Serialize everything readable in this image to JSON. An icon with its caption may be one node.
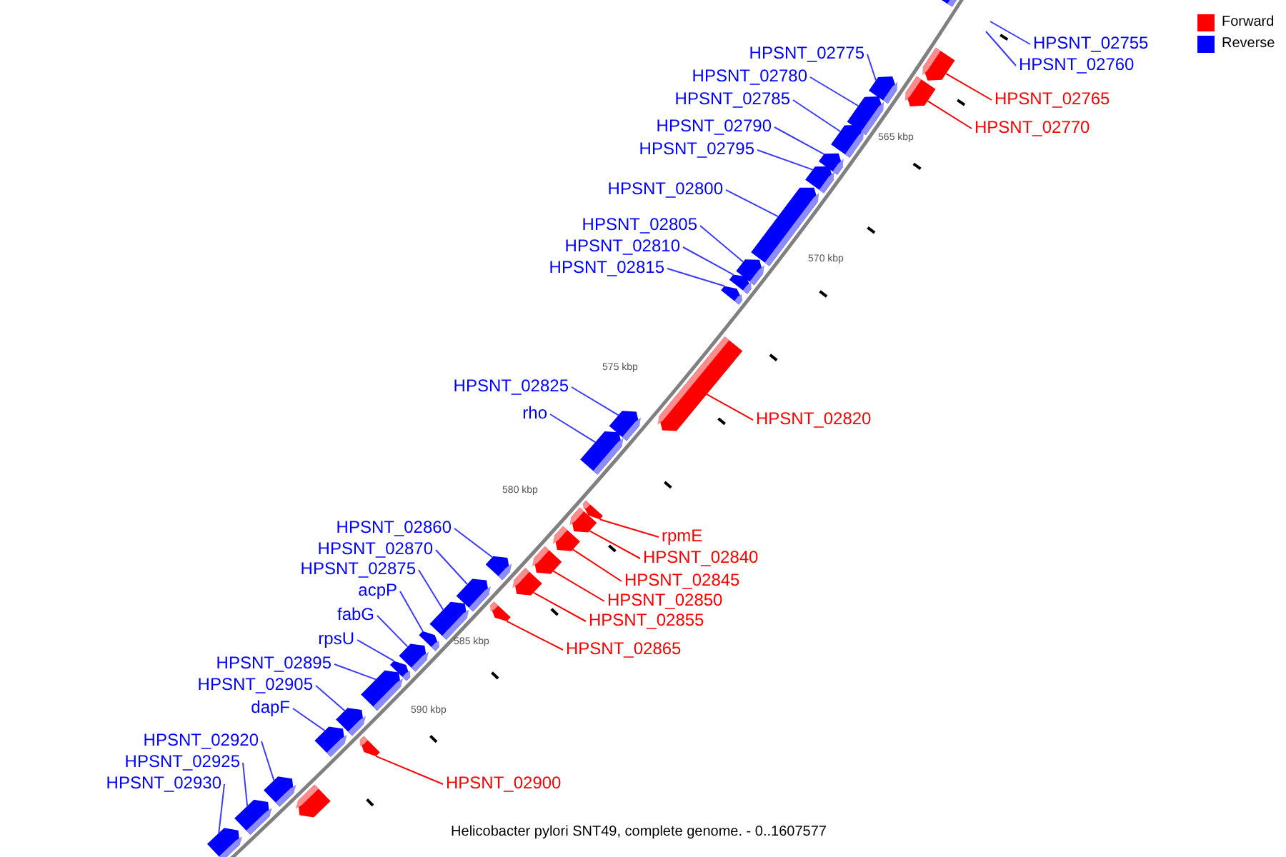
{
  "diagram": {
    "caption": "Helicobacter pylori SNT49, complete genome. - 0..1607577",
    "nodes": [
      {
        "text": [
          "HPSNT_02755"
        ]
      },
      {
        "text": [
          "HPSNT_02760"
        ]
      },
      {
        "text": [
          "HPSNT_02765"
        ]
      },
      {
        "text": [
          "HPSNT_02770"
        ]
      },
      {
        "text": [
          "HPSNT_02775"
        ]
      },
      {
        "text": [
          "HPSNT_02780"
        ]
      },
      {
        "text": [
          "HPSNT_02785"
        ]
      },
      {
        "text": [
          "HPSNT_02790"
        ]
      },
      {
        "text": [
          "HPSNT_02795"
        ]
      },
      {
        "text": [
          "HPSNT_02800"
        ]
      },
      {
        "text": [
          "HPSNT_02805"
        ]
      },
      {
        "text": [
          "HPSNT_02810"
        ]
      },
      {
        "text": [
          "HPSNT_02815"
        ]
      },
      {
        "text": [
          "HPSNT_02820"
        ]
      },
      {
        "text": [
          "HPSNT_02825"
        ]
      },
      {
        "text": [
          "rho"
        ]
      },
      {
        "text": [
          "rpmE"
        ]
      },
      {
        "text": [
          "HPSNT_02840"
        ]
      },
      {
        "text": [
          "HPSNT_02845"
        ]
      },
      {
        "text": [
          "HPSNT_02850"
        ]
      },
      {
        "text": [
          "HPSNT_02855"
        ]
      },
      {
        "text": [
          "HPSNT_02860"
        ]
      },
      {
        "text": [
          "HPSNT_02865"
        ]
      },
      {
        "text": [
          "HPSNT_02870"
        ]
      },
      {
        "text": [
          "HPSNT_02875"
        ]
      },
      {
        "text": [
          "acpP"
        ]
      },
      {
        "text": [
          "fabG"
        ]
      },
      {
        "text": [
          "rpsU"
        ]
      },
      {
        "text": [
          "HPSNT_02895"
        ]
      },
      {
        "text": [
          "HPSNT_02900"
        ]
      },
      {
        "text": [
          "HPSNT_02905"
        ]
      },
      {
        "text": [
          "dapF"
        ]
      },
      {
        "text": [
          "HPSNT_02920"
        ]
      },
      {
        "text": [
          "HPSNT_02925"
        ]
      },
      {
        "text": [
          "HPSNT_02930"
        ]
      },
      {
        "text": [],
        "shape": "bar"
      },
      {
        "text": [],
        "shape": "bar"
      },
      {
        "text": [],
        "shape": "bar"
      },
      {
        "text": [],
        "shape": "bar"
      },
      {
        "text": [],
        "shape": "bar"
      },
      {
        "text": [],
        "shape": "bar"
      },
      {
        "text": [],
        "shape": "bar"
      },
      {
        "text": [],
        "shape": "bar"
      },
      {
        "text": [],
        "shape": "bar"
      },
      {
        "text": [],
        "shape": "bar"
      },
      {
        "text": [],
        "shape": "bar"
      },
      {
        "text": [],
        "shape": "bar"
      },
      {
        "text": [],
        "shape": "bar"
      },
      {
        "text": [],
        "shape": "bar"
      },
      {
        "text": [],
        "shape": "bar"
      },
      {
        "text": [],
        "shape": "bar"
      },
      {
        "text": [],
        "shape": "bar"
      },
      {
        "text": [],
        "shape": "bar"
      },
      {
        "text": [],
        "shape": "bar"
      },
      {
        "text": [],
        "shape": "bar"
      },
      {
        "text": [],
        "shape": "bar"
      },
      {
        "text": [],
        "shape": "bar"
      },
      {
        "text": [],
        "shape": "bar"
      },
      {
        "text": [],
        "shape": "bar"
      },
      {
        "text": [],
        "shape": "bar"
      },
      {
        "text": [],
        "shape": "bar"
      },
      {
        "text": [],
        "shape": "bar"
      },
      {
        "text": [],
        "shape": "bar"
      },
      {
        "text": [],
        "shape": "bar"
      },
      {
        "text": [],
        "shape": "bar"
      },
      {
        "text": [],
        "shape": "bar"
      },
      {
        "text": [],
        "shape": "bar"
      },
      {
        "text": [],
        "shape": "bar"
      },
      {
        "text": [],
        "shape": "bar"
      },
      {
        "text": [],
        "shape": "bar"
      }
    ],
    "edges": [
      {
        "from": 0,
        "to": null,
        "arrow": "none"
      },
      {
        "from": 1,
        "to": null,
        "arrow": "none"
      },
      {
        "from": 2,
        "to": 36,
        "arrow": "none",
        "color": "#ff0000"
      },
      {
        "from": 3,
        "to": 37,
        "arrow": "none",
        "color": "#ff0000"
      },
      {
        "from": 4,
        "to": 38,
        "arrow": "none"
      },
      {
        "from": 5,
        "to": 39,
        "arrow": "none"
      },
      {
        "from": 6,
        "to": 40,
        "arrow": "none"
      },
      {
        "from": 7,
        "to": 41,
        "arrow": "none"
      },
      {
        "from": 8,
        "to": 42,
        "arrow": "none"
      },
      {
        "from": 9,
        "to": 43,
        "arrow": "none"
      },
      {
        "from": 10,
        "to": 44,
        "arrow": "none"
      },
      {
        "from": 11,
        "to": 45,
        "arrow": "none"
      },
      {
        "from": 12,
        "to": 46,
        "arrow": "none"
      },
      {
        "from": 13,
        "to": 47,
        "arrow": "none",
        "color": "#ff0000"
      },
      {
        "from": 14,
        "to": 48,
        "arrow": "none"
      },
      {
        "from": 15,
        "to": 49,
        "arrow": "none"
      },
      {
        "from": 16,
        "to": 50,
        "arrow": "none",
        "color": "#ff0000"
      },
      {
        "from": 17,
        "to": 51,
        "arrow": "none",
        "color": "#ff0000"
      },
      {
        "from": 18,
        "to": 52,
        "arrow": "none",
        "color": "#ff0000"
      },
      {
        "from": 19,
        "to": 53,
        "arrow": "none",
        "color": "#ff0000"
      },
      {
        "from": 20,
        "to": 54,
        "arrow": "none",
        "color": "#ff0000"
      },
      {
        "from": 21,
        "to": 55,
        "arrow": "none"
      },
      {
        "from": 22,
        "to": 56,
        "arrow": "none",
        "color": "#ff0000"
      },
      {
        "from": 23,
        "to": 57,
        "arrow": "none"
      },
      {
        "from": 24,
        "to": 58,
        "arrow": "none"
      },
      {
        "from": 25,
        "to": 59,
        "arrow": "none"
      },
      {
        "from": 26,
        "to": 60,
        "arrow": "none"
      },
      {
        "from": 27,
        "to": 61,
        "arrow": "none"
      },
      {
        "from": 28,
        "to": 62,
        "arrow": "none"
      },
      {
        "from": 29,
        "to": 63,
        "arrow": "none",
        "color": "#ff0000"
      },
      {
        "from": 30,
        "to": 64,
        "arrow": "none"
      },
      {
        "from": 31,
        "to": 65,
        "arrow": "none"
      },
      {
        "from": 32,
        "to": 67,
        "arrow": "none"
      },
      {
        "from": 33,
        "to": 68,
        "arrow": "none"
      },
      {
        "from": 34,
        "to": 69,
        "arrow": "none"
      }
    ],
    "labels": [
      "565 kbp",
      "570 kbp",
      "575 kbp",
      "580 kbp",
      "585 kbp",
      "590 kbp"
    ],
    "legend": [
      {
        "text": "Forward",
        "color": "#ff0000"
      },
      {
        "text": "Reverse",
        "color": "#0000ff"
      }
    ]
  }
}
